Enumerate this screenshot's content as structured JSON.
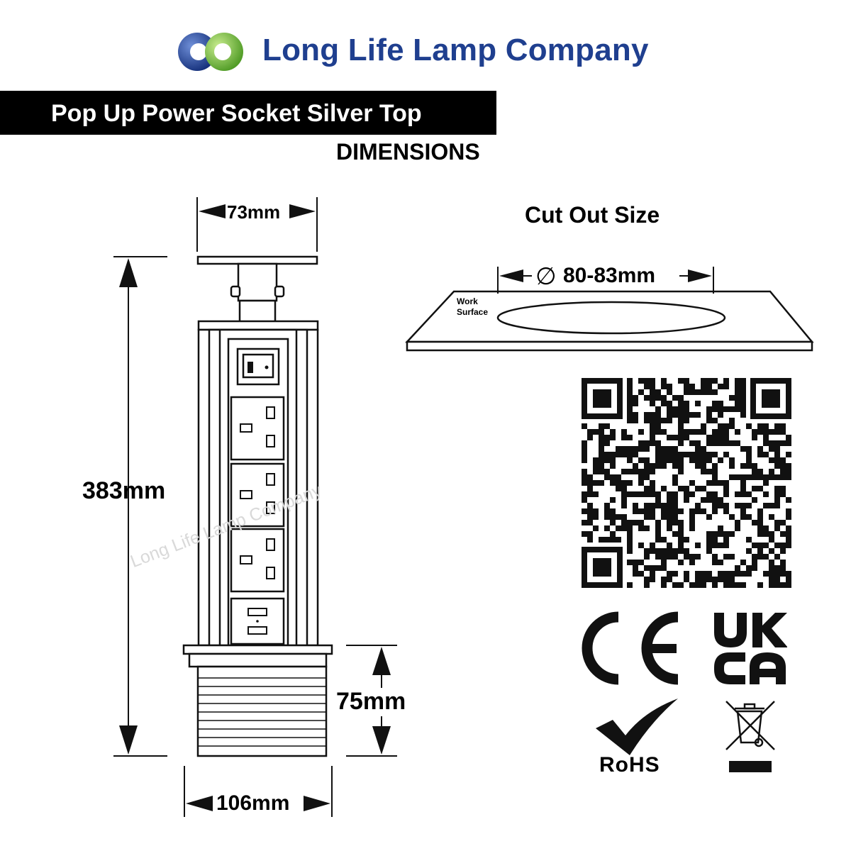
{
  "header": {
    "brand_name": "Long Life Lamp Company",
    "logo_colors": {
      "blue": "#1f3f8f",
      "green": "#7ac143"
    }
  },
  "product": {
    "title": "Pop Up Power Socket Silver Top",
    "subtitle": "DIMENSIONS"
  },
  "dimensions": {
    "top_width": "73mm",
    "height": "383mm",
    "base_height": "75mm",
    "base_width": "106mm"
  },
  "cutout": {
    "title": "Cut Out Size",
    "diameter": "80-83mm",
    "diameter_symbol": "∅",
    "surface_label_line1": "Work",
    "surface_label_line2": "Surface"
  },
  "watermark": "Long Life Lamp Company",
  "certifications": {
    "ce": "CE",
    "ukca_line1": "UK",
    "ukca_line2": "CA",
    "rohs": "RoHS",
    "weee_icon": "crossed-out-bin-icon",
    "qr_icon": "qr-code-icon"
  }
}
